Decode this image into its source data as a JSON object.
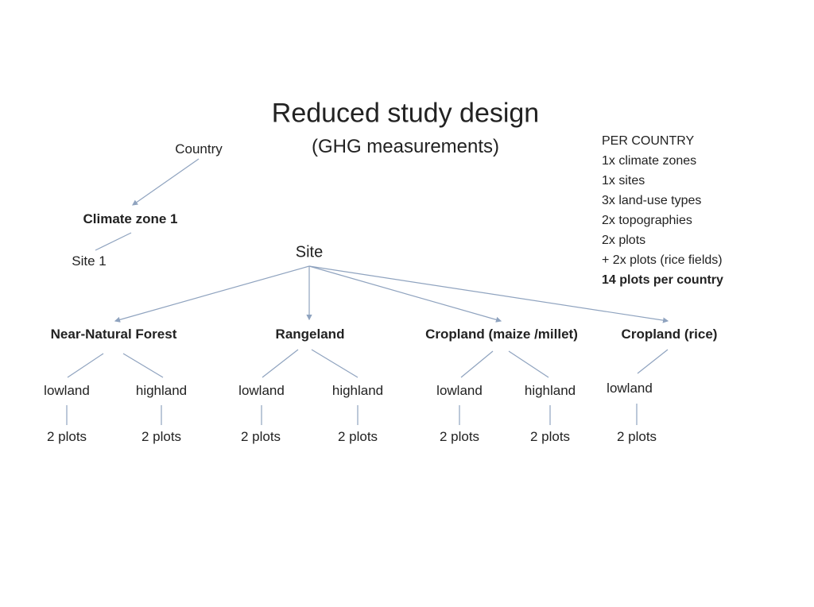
{
  "title": "Reduced study design",
  "subtitle": "(GHG measurements)",
  "hierarchy": {
    "country": "Country",
    "climate_zone": "Climate zone 1",
    "site_example": "Site 1",
    "site": "Site"
  },
  "land_uses": [
    {
      "label": "Near-Natural Forest",
      "topographies": [
        {
          "label": "lowland",
          "plots": "2 plots"
        },
        {
          "label": "highland",
          "plots": "2 plots"
        }
      ]
    },
    {
      "label": "Rangeland",
      "topographies": [
        {
          "label": "lowland",
          "plots": "2 plots"
        },
        {
          "label": "highland",
          "plots": "2 plots"
        }
      ]
    },
    {
      "label": "Cropland (maize /millet)",
      "topographies": [
        {
          "label": "lowland",
          "plots": "2 plots"
        },
        {
          "label": "highland",
          "plots": "2 plots"
        }
      ]
    },
    {
      "label": "Cropland (rice)",
      "topographies": [
        {
          "label": "lowland",
          "plots": "2 plots"
        }
      ]
    }
  ],
  "summary": {
    "heading": "PER COUNTRY",
    "lines": [
      "1x climate zones",
      "1x sites",
      "3x land-use types",
      "2x topographies",
      "2x plots",
      "+ 2x plots (rice fields)"
    ],
    "total": "14 plots per country"
  },
  "colors": {
    "connector": "#8fa3bf",
    "text": "#222222"
  }
}
